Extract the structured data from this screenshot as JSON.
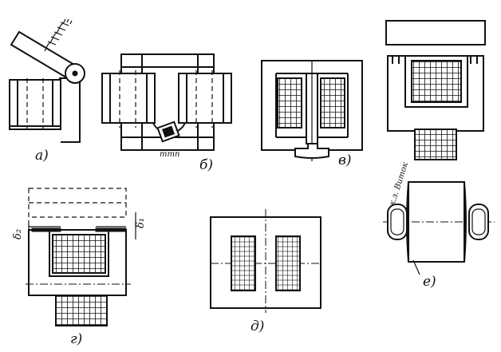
{
  "labels": {
    "a": "а)",
    "b": "б)",
    "v": "в)",
    "g": "г)",
    "d": "д)",
    "e": "е)",
    "mm": "ттп",
    "delta2": "δ₂",
    "delta1": "δ₁",
    "turn": "к.з. Виток"
  }
}
